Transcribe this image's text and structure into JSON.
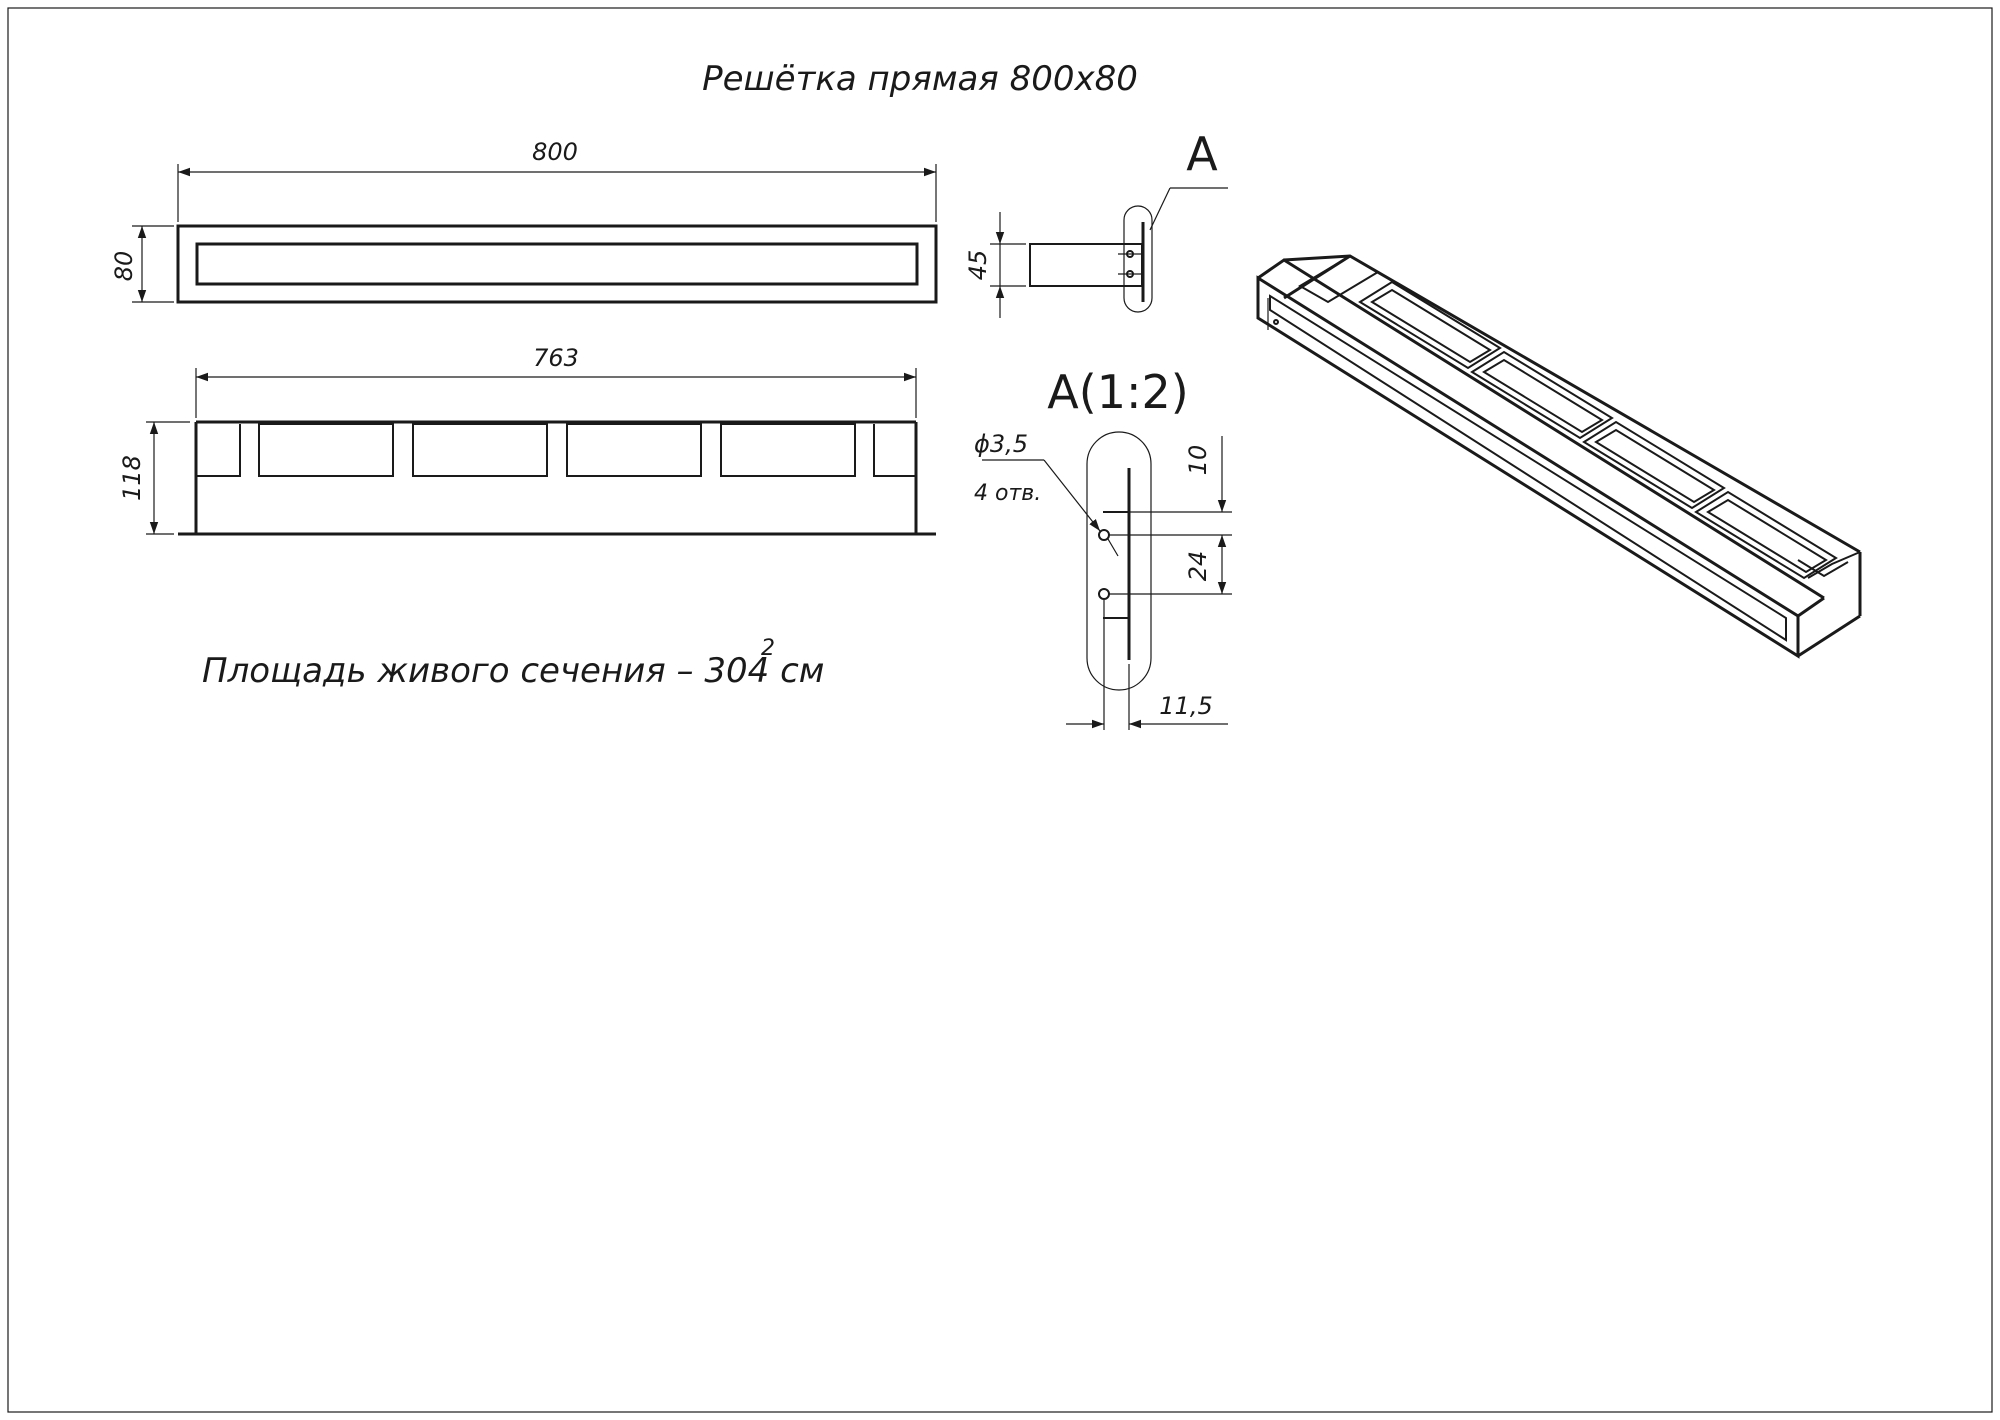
{
  "title": "Решётка прямая 800х80",
  "note": "Площадь живого сечения – 304 см",
  "note_superscript": "2",
  "view_a_label": "A",
  "detail_label": "A(1:2)",
  "dimensions": {
    "top_length": "800",
    "top_height": "80",
    "side_length": "763",
    "side_height": "118",
    "section_height": "45",
    "hole_diameter": "ϕ3,5",
    "hole_count": "4 отв.",
    "offset_top": "10",
    "hole_spacing": "24",
    "flange_offset": "11,5"
  }
}
